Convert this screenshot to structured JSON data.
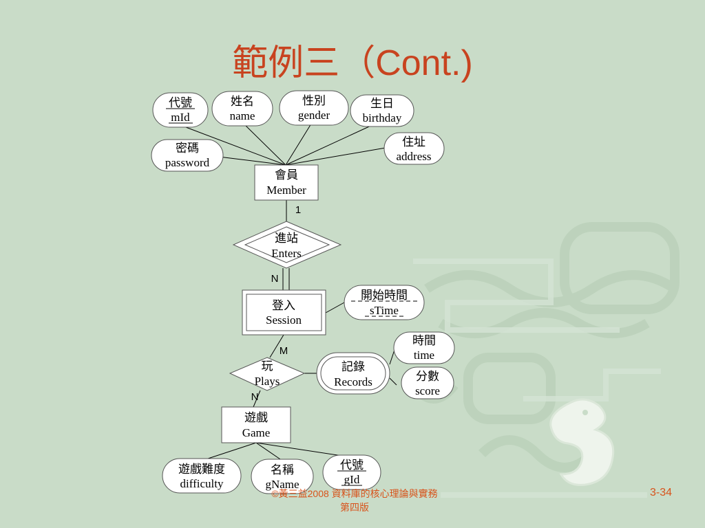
{
  "title": {
    "zh": "範例三（",
    "en": "Cont.)"
  },
  "attributes": {
    "mid": {
      "zh": "代號",
      "en": "mId"
    },
    "name": {
      "zh": "姓名",
      "en": "name"
    },
    "gender": {
      "zh": "性別",
      "en": "gender"
    },
    "birthday": {
      "zh": "生日",
      "en": "birthday"
    },
    "password": {
      "zh": "密碼",
      "en": "password"
    },
    "address": {
      "zh": "住址",
      "en": "address"
    },
    "stime": {
      "zh": "開始時間",
      "en": "sTime"
    },
    "time": {
      "zh": "時間",
      "en": "time"
    },
    "score": {
      "zh": "分數",
      "en": "score"
    },
    "difficulty": {
      "zh": "遊戲難度",
      "en": "difficulty"
    },
    "gname": {
      "zh": "名稱",
      "en": "gName"
    },
    "gid": {
      "zh": "代號",
      "en": "gId"
    }
  },
  "entities": {
    "member": {
      "zh": "會員",
      "en": "Member"
    },
    "session": {
      "zh": "登入",
      "en": "Session"
    },
    "game": {
      "zh": "遊戲",
      "en": "Game"
    }
  },
  "relationships": {
    "enters": {
      "zh": "進站",
      "en": "Enters"
    },
    "plays": {
      "zh": "玩",
      "en": "Plays"
    },
    "records": {
      "zh": "記錄",
      "en": "Records"
    }
  },
  "cardinalities": {
    "enters_member": "1",
    "enters_session": "N",
    "plays_session": "M",
    "plays_game": "N"
  },
  "footer": {
    "line1": "©黃三益2008 資料庫的核心理論與實務",
    "line2": "第四版"
  },
  "page_number": "3-34",
  "colors": {
    "background": "#c9dcc8",
    "title": "#c8431f",
    "footer": "#d8531b"
  }
}
